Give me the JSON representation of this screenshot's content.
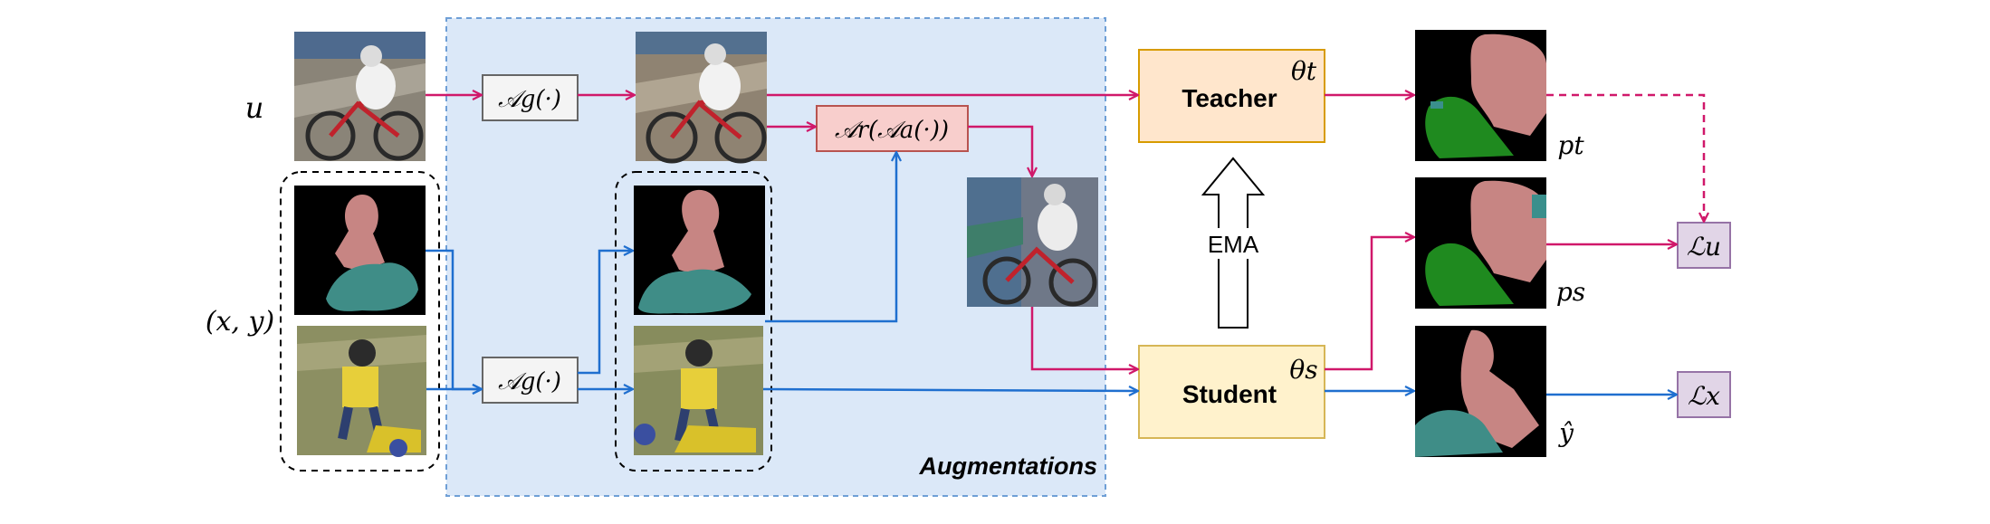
{
  "labels": {
    "u": "u",
    "xy": "(x, y)",
    "aug_top": "𝒜g(·)",
    "aug_bottom": "𝒜g(·)",
    "aug_mix": "𝒜r(𝒜a(·))",
    "teacher": "Teacher",
    "student": "Student",
    "theta_t": "θt",
    "theta_s": "θs",
    "ema": "EMA",
    "p_t": "pt",
    "p_s": "ps",
    "y_hat": "ŷ",
    "loss_u": "ℒu",
    "loss_x": "ℒx",
    "augmentations": "Augmentations"
  },
  "colors": {
    "unlabeled_arrow": "#d0186a",
    "labeled_arrow": "#1f6fcf",
    "aug_region_fill": "#dbe8f8",
    "aug_region_border": "#6f9fd6",
    "aug_box_fill": "#f4f4f4",
    "mix_box_fill": "#f8cecc",
    "mix_box_border": "#b85450",
    "model_box_fill": "#ffe6cc",
    "model_box_border": "#d79b00",
    "student_box_fill": "#fff2cc",
    "student_box_border": "#d6b656",
    "loss_fill": "#e1d5e7",
    "loss_border": "#9673a6"
  },
  "icons": {
    "ema_arrow": "hollow-up-arrow"
  }
}
